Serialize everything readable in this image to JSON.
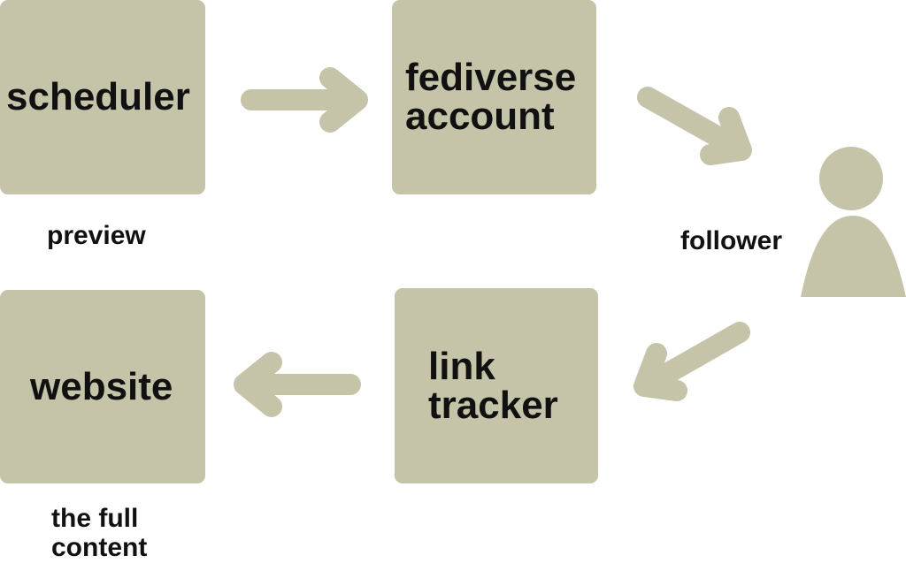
{
  "diagram": {
    "fill_color": "#c5c3a8",
    "text_color": "#111111",
    "nodes": {
      "scheduler": {
        "lines": [
          "scheduler"
        ]
      },
      "fediverse_account": {
        "lines": [
          "fediverse",
          "account"
        ]
      },
      "link_tracker": {
        "lines": [
          "link",
          "tracker"
        ]
      },
      "website": {
        "lines": [
          "website"
        ]
      }
    },
    "captions": {
      "preview": "preview",
      "follower": "follower",
      "full_content": [
        "the full",
        "content"
      ]
    },
    "follower_icon": "person-icon",
    "flow": [
      "scheduler",
      "fediverse_account",
      "follower",
      "link_tracker",
      "website"
    ]
  }
}
